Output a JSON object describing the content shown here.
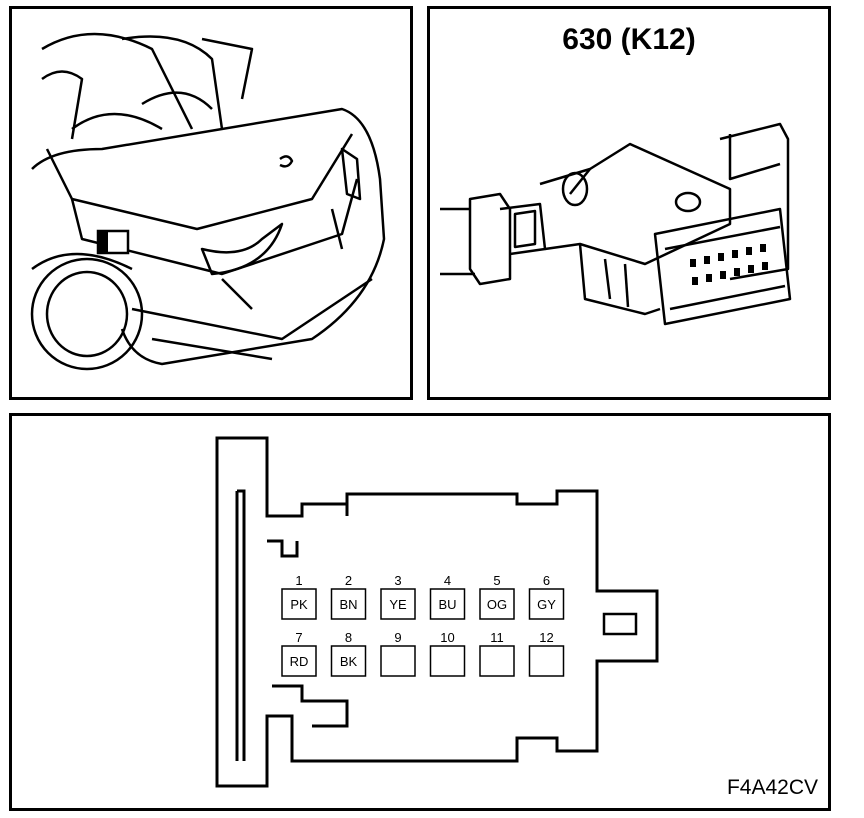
{
  "connector": {
    "title": "630 (K12)",
    "figure_code": "F4A42CV",
    "pins": [
      {
        "num": "1",
        "color": "PK"
      },
      {
        "num": "2",
        "color": "BN"
      },
      {
        "num": "3",
        "color": "YE"
      },
      {
        "num": "4",
        "color": "BU"
      },
      {
        "num": "5",
        "color": "OG"
      },
      {
        "num": "6",
        "color": "GY"
      },
      {
        "num": "7",
        "color": "RD"
      },
      {
        "num": "8",
        "color": "BK"
      },
      {
        "num": "9",
        "color": ""
      },
      {
        "num": "10",
        "color": ""
      },
      {
        "num": "11",
        "color": ""
      },
      {
        "num": "12",
        "color": ""
      }
    ]
  }
}
